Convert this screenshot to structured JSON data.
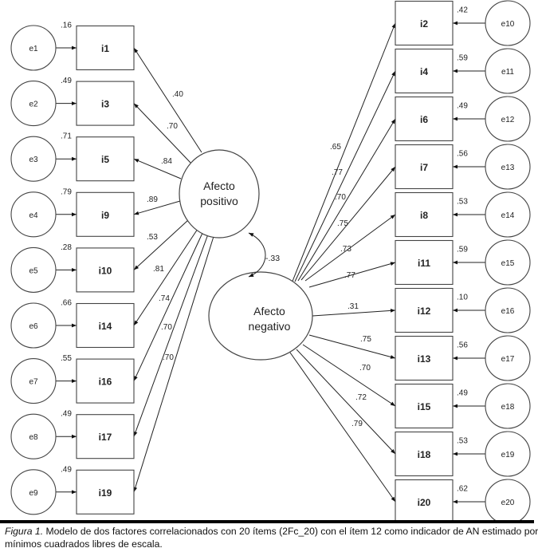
{
  "factors": {
    "positive": {
      "label_line1": "Afecto",
      "label_line2": "positivo"
    },
    "negative": {
      "label_line1": "Afecto",
      "label_line2": "negativo"
    },
    "correlation": "-.33"
  },
  "left_items": [
    {
      "item": "i1",
      "error": "e1",
      "r2": ".16",
      "loading": ".40"
    },
    {
      "item": "i3",
      "error": "e2",
      "r2": ".49",
      "loading": ".70"
    },
    {
      "item": "i5",
      "error": "e3",
      "r2": ".71",
      "loading": ".84"
    },
    {
      "item": "i9",
      "error": "e4",
      "r2": ".79",
      "loading": ".89"
    },
    {
      "item": "i10",
      "error": "e5",
      "r2": ".28",
      "loading": ".53"
    },
    {
      "item": "i14",
      "error": "e6",
      "r2": ".66",
      "loading": ".81"
    },
    {
      "item": "i16",
      "error": "e7",
      "r2": ".55",
      "loading": ".74"
    },
    {
      "item": "i17",
      "error": "e8",
      "r2": ".49",
      "loading": ".70"
    },
    {
      "item": "i19",
      "error": "e9",
      "r2": ".49",
      "loading": ".70"
    }
  ],
  "right_items": [
    {
      "item": "i2",
      "error": "e10",
      "r2": ".42",
      "loading": ".65"
    },
    {
      "item": "i4",
      "error": "e11",
      "r2": ".59",
      "loading": ".77"
    },
    {
      "item": "i6",
      "error": "e12",
      "r2": ".49",
      "loading": ".70"
    },
    {
      "item": "i7",
      "error": "e13",
      "r2": ".56",
      "loading": ".75"
    },
    {
      "item": "i8",
      "error": "e14",
      "r2": ".53",
      "loading": ".73"
    },
    {
      "item": "i11",
      "error": "e15",
      "r2": ".59",
      "loading": ".77"
    },
    {
      "item": "i12",
      "error": "e16",
      "r2": ".10",
      "loading": ".31"
    },
    {
      "item": "i13",
      "error": "e17",
      "r2": ".56",
      "loading": ".75"
    },
    {
      "item": "i15",
      "error": "e18",
      "r2": ".49",
      "loading": ".70"
    },
    {
      "item": "i18",
      "error": "e19",
      "r2": ".53",
      "loading": ".72"
    },
    {
      "item": "i20",
      "error": "e20",
      "r2": ".62",
      "loading": ".79"
    }
  ],
  "caption": {
    "figure_label": "Figura 1.",
    "text": " Modelo de dos factores correlacionados con 20 ítems (2Fc_20) con el ítem 12 como indicador de AN estimado por mínimos cuadrados libres de escala."
  }
}
